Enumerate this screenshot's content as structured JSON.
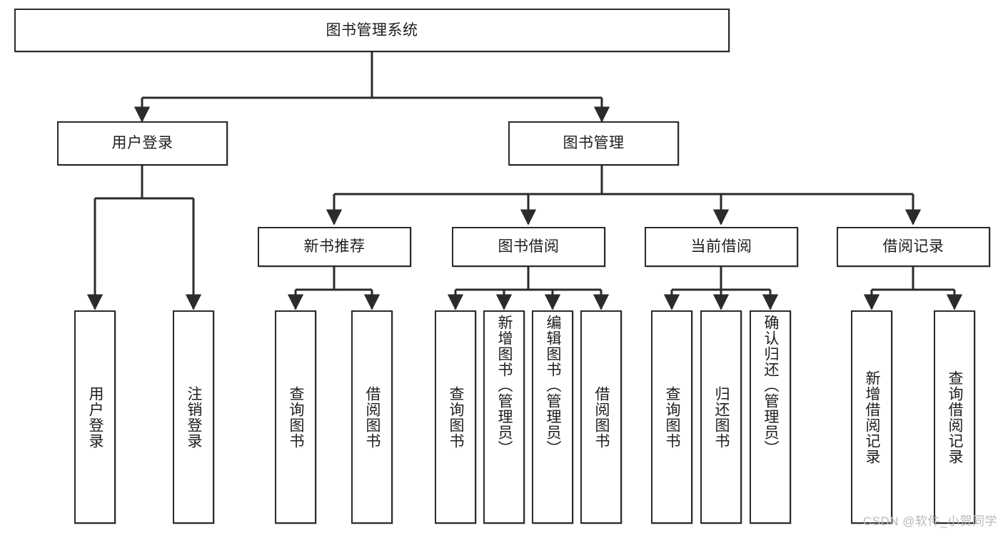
{
  "diagram": {
    "type": "tree",
    "title": "图书管理系统",
    "watermark": "CSDN @软件_小贺同学",
    "nodes": {
      "root": {
        "label": "图书管理系统"
      },
      "level1": [
        {
          "id": "user-login",
          "label": "用户登录"
        },
        {
          "id": "book-manage",
          "label": "图书管理"
        }
      ],
      "level2": [
        {
          "id": "new-book-rec",
          "label": "新书推荐"
        },
        {
          "id": "book-borrow",
          "label": "图书借阅"
        },
        {
          "id": "current-borrow",
          "label": "当前借阅"
        },
        {
          "id": "borrow-record",
          "label": "借阅记录"
        }
      ],
      "leaves": {
        "user-login": [
          {
            "id": "leaf-user-login",
            "label": "用户登录"
          },
          {
            "id": "leaf-logout",
            "label": "注销登录"
          }
        ],
        "new-book-rec": [
          {
            "id": "leaf-query-book-1",
            "label": "查询图书"
          },
          {
            "id": "leaf-borrow-book-1",
            "label": "借阅图书"
          }
        ],
        "book-borrow": [
          {
            "id": "leaf-query-book-2",
            "label": "查询图书"
          },
          {
            "id": "leaf-add-book",
            "label": "新增图书（管理员）"
          },
          {
            "id": "leaf-edit-book",
            "label": "编辑图书（管理员）"
          },
          {
            "id": "leaf-borrow-book-2",
            "label": "借阅图书"
          }
        ],
        "current-borrow": [
          {
            "id": "leaf-query-book-3",
            "label": "查询图书"
          },
          {
            "id": "leaf-return-book",
            "label": "归还图书"
          },
          {
            "id": "leaf-confirm-return",
            "label": "确认归还（管理员）"
          }
        ],
        "borrow-record": [
          {
            "id": "leaf-add-record",
            "label": "新增借阅记录"
          },
          {
            "id": "leaf-query-record",
            "label": "查询借阅记录"
          }
        ]
      }
    },
    "colors": {
      "stroke": "#2b2b2b",
      "fill": "#ffffff",
      "text": "#1d1d1d",
      "watermark": "#b9b9b9"
    }
  }
}
